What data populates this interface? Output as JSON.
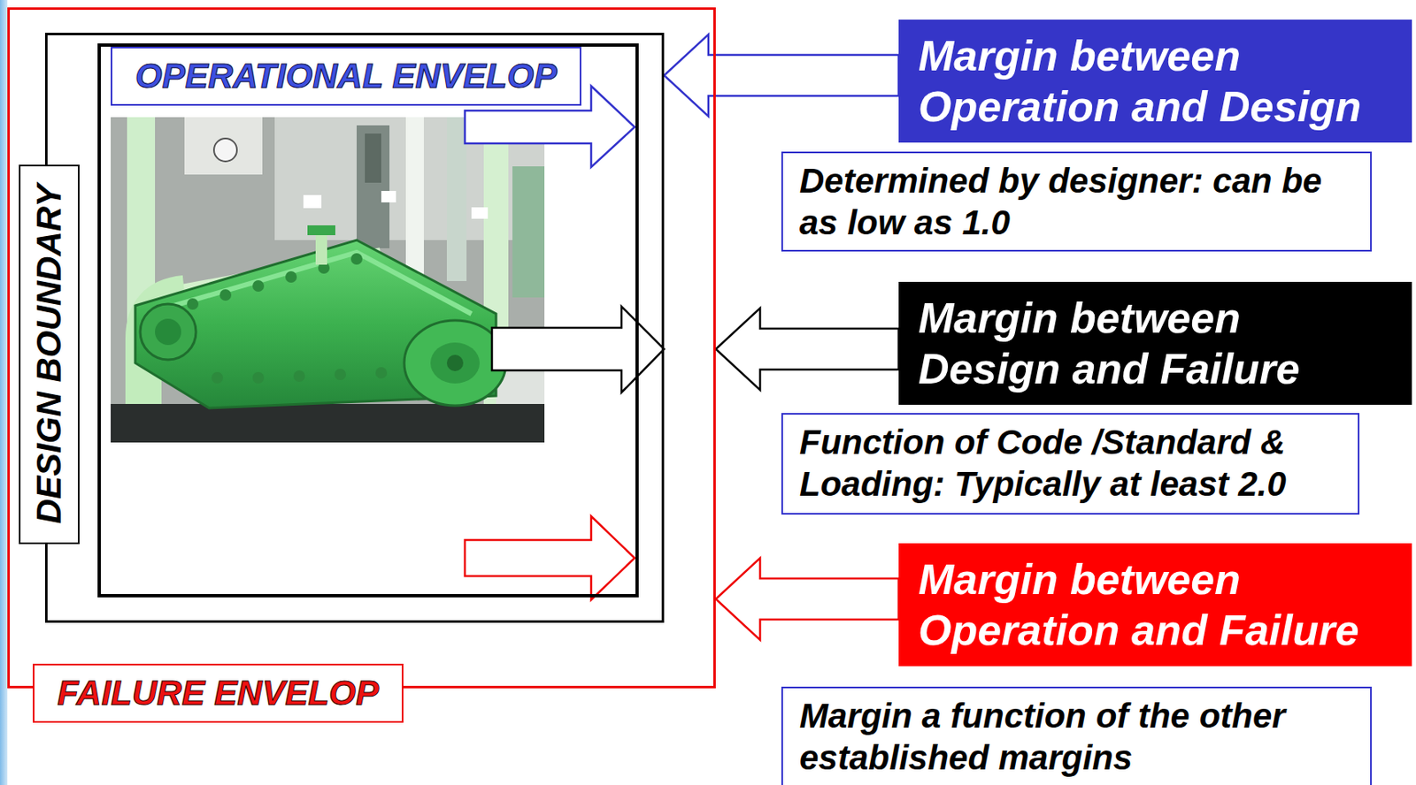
{
  "diagram": {
    "nodes": [
      {
        "text": [
          "FAILURE ENVELOP"
        ]
      },
      {
        "text": [
          "DESIGN BOUNDARY"
        ],
        "in": 0
      },
      {
        "text": [
          "OPERATIONAL ENVELOP"
        ],
        "in": 1
      },
      {
        "text": [
          "Margin between Operation and Design"
        ]
      },
      {
        "text": [
          "Determined by designer: can be as low as 1.0"
        ]
      },
      {
        "text": [
          "Margin between Design and Failure"
        ]
      },
      {
        "text": [
          "Function of Code /Standard & Loading: Typically at least 2.0"
        ]
      },
      {
        "text": [
          "Margin between Operation and Failure"
        ]
      },
      {
        "text": [
          "Margin a function of the other established margins"
        ]
      }
    ],
    "edges": [
      {
        "from": 3,
        "to": 1,
        "arrow": "to"
      },
      {
        "from": 5,
        "to": 0,
        "arrow": "to"
      },
      {
        "from": 7,
        "to": 0,
        "arrow": "to"
      }
    ]
  }
}
